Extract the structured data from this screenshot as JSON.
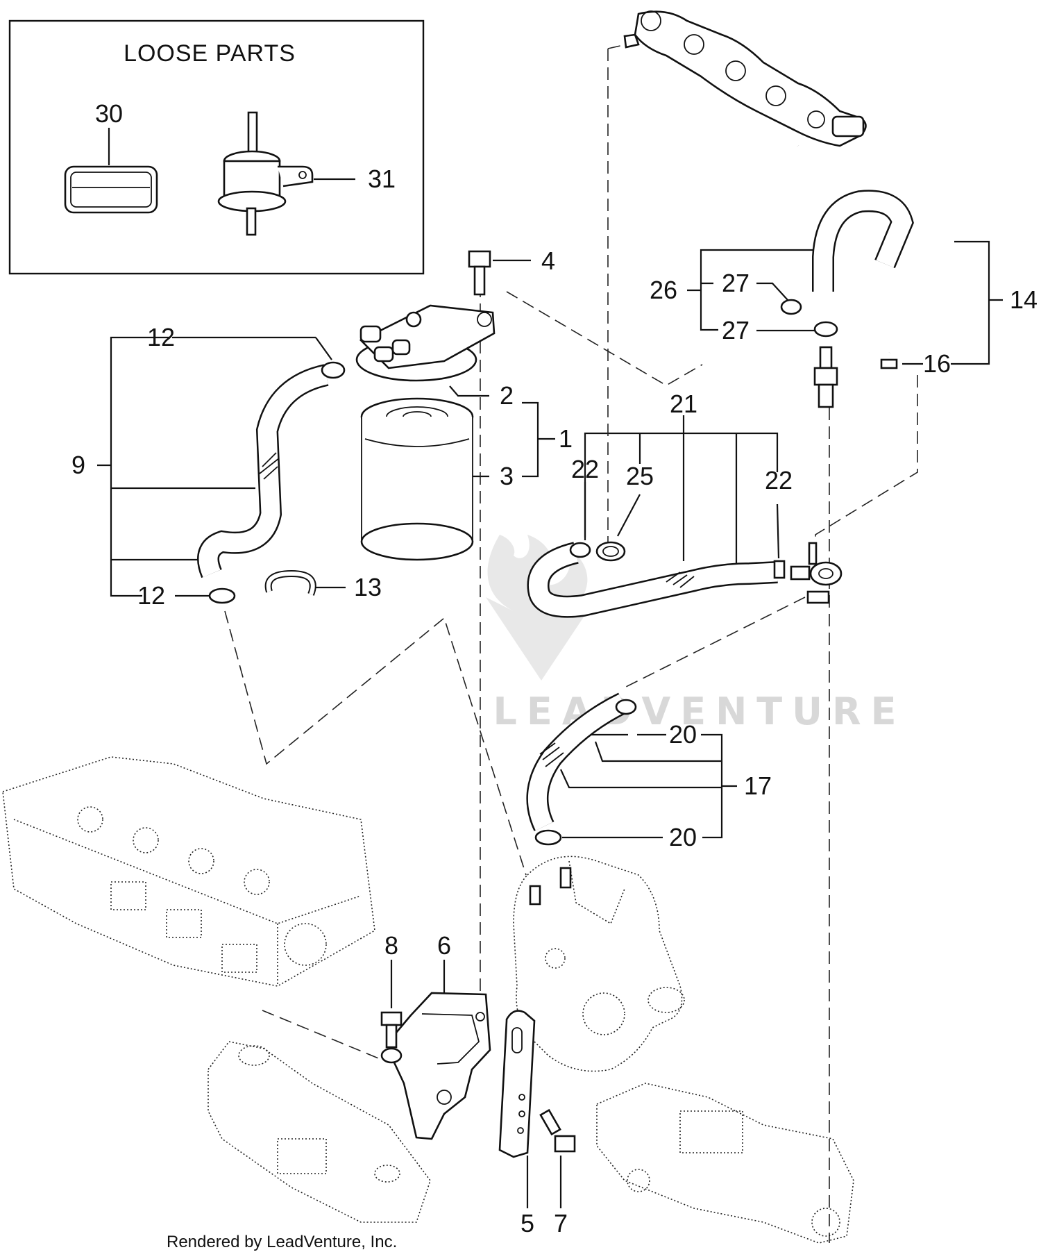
{
  "loose_parts": {
    "title": "LOOSE PARTS",
    "items": [
      "30",
      "31"
    ]
  },
  "callouts": [
    "1",
    "2",
    "3",
    "4",
    "5",
    "6",
    "7",
    "8",
    "9",
    "12",
    "12",
    "13",
    "14",
    "16",
    "17",
    "20",
    "20",
    "21",
    "22",
    "22",
    "25",
    "26",
    "27",
    "27"
  ],
  "watermark": "LEADVENTURE",
  "credit": "Rendered by LeadVenture, Inc."
}
